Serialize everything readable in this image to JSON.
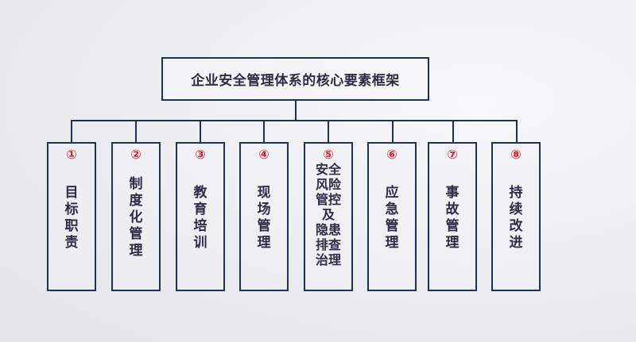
{
  "diagram": {
    "title": "企业安全管理体系的核心要素框架",
    "colors": {
      "border": "#22304f",
      "text": "#2f2b46",
      "number": "#d9202a"
    },
    "nodes": [
      {
        "number": "①",
        "lines": [
          "目",
          "标",
          "职",
          "责"
        ]
      },
      {
        "number": "②",
        "lines": [
          "制",
          "度",
          "化",
          "管",
          "理"
        ]
      },
      {
        "number": "③",
        "lines": [
          "教",
          "育",
          "培",
          "训"
        ]
      },
      {
        "number": "④",
        "lines": [
          "现",
          "场",
          "管",
          "理"
        ]
      },
      {
        "number": "⑤",
        "lines": [
          "安全",
          "风险",
          "管控",
          "及",
          "隐患",
          "排查",
          "治理"
        ]
      },
      {
        "number": "⑥",
        "lines": [
          "应",
          "急",
          "管",
          "理"
        ]
      },
      {
        "number": "⑦",
        "lines": [
          "事",
          "故",
          "管",
          "理"
        ]
      },
      {
        "number": "⑧",
        "lines": [
          "持",
          "续",
          "改",
          "进"
        ]
      }
    ]
  }
}
